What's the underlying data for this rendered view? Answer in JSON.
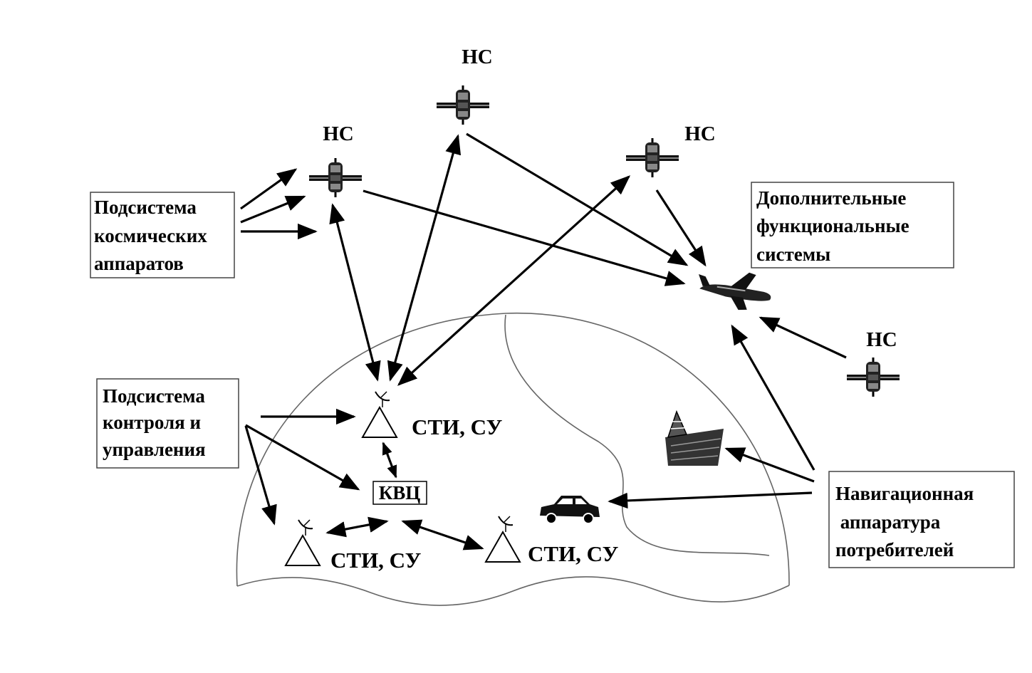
{
  "satellite_label": "НС",
  "station_label": "СТИ, СУ",
  "kvc_label": "КВЦ",
  "boxes": {
    "space": [
      "Подсистема",
      "космических",
      "аппаратов"
    ],
    "control": [
      "Подсистема",
      "контроля и",
      "управления"
    ],
    "augment": [
      "Дополнительные",
      "функциональные",
      "системы"
    ],
    "user": [
      "Навигационная",
      " аппаратура",
      "потребителей"
    ]
  },
  "icons": [
    "satellite-icon",
    "antenna-station-icon",
    "airplane-icon",
    "ship-icon",
    "car-icon"
  ]
}
